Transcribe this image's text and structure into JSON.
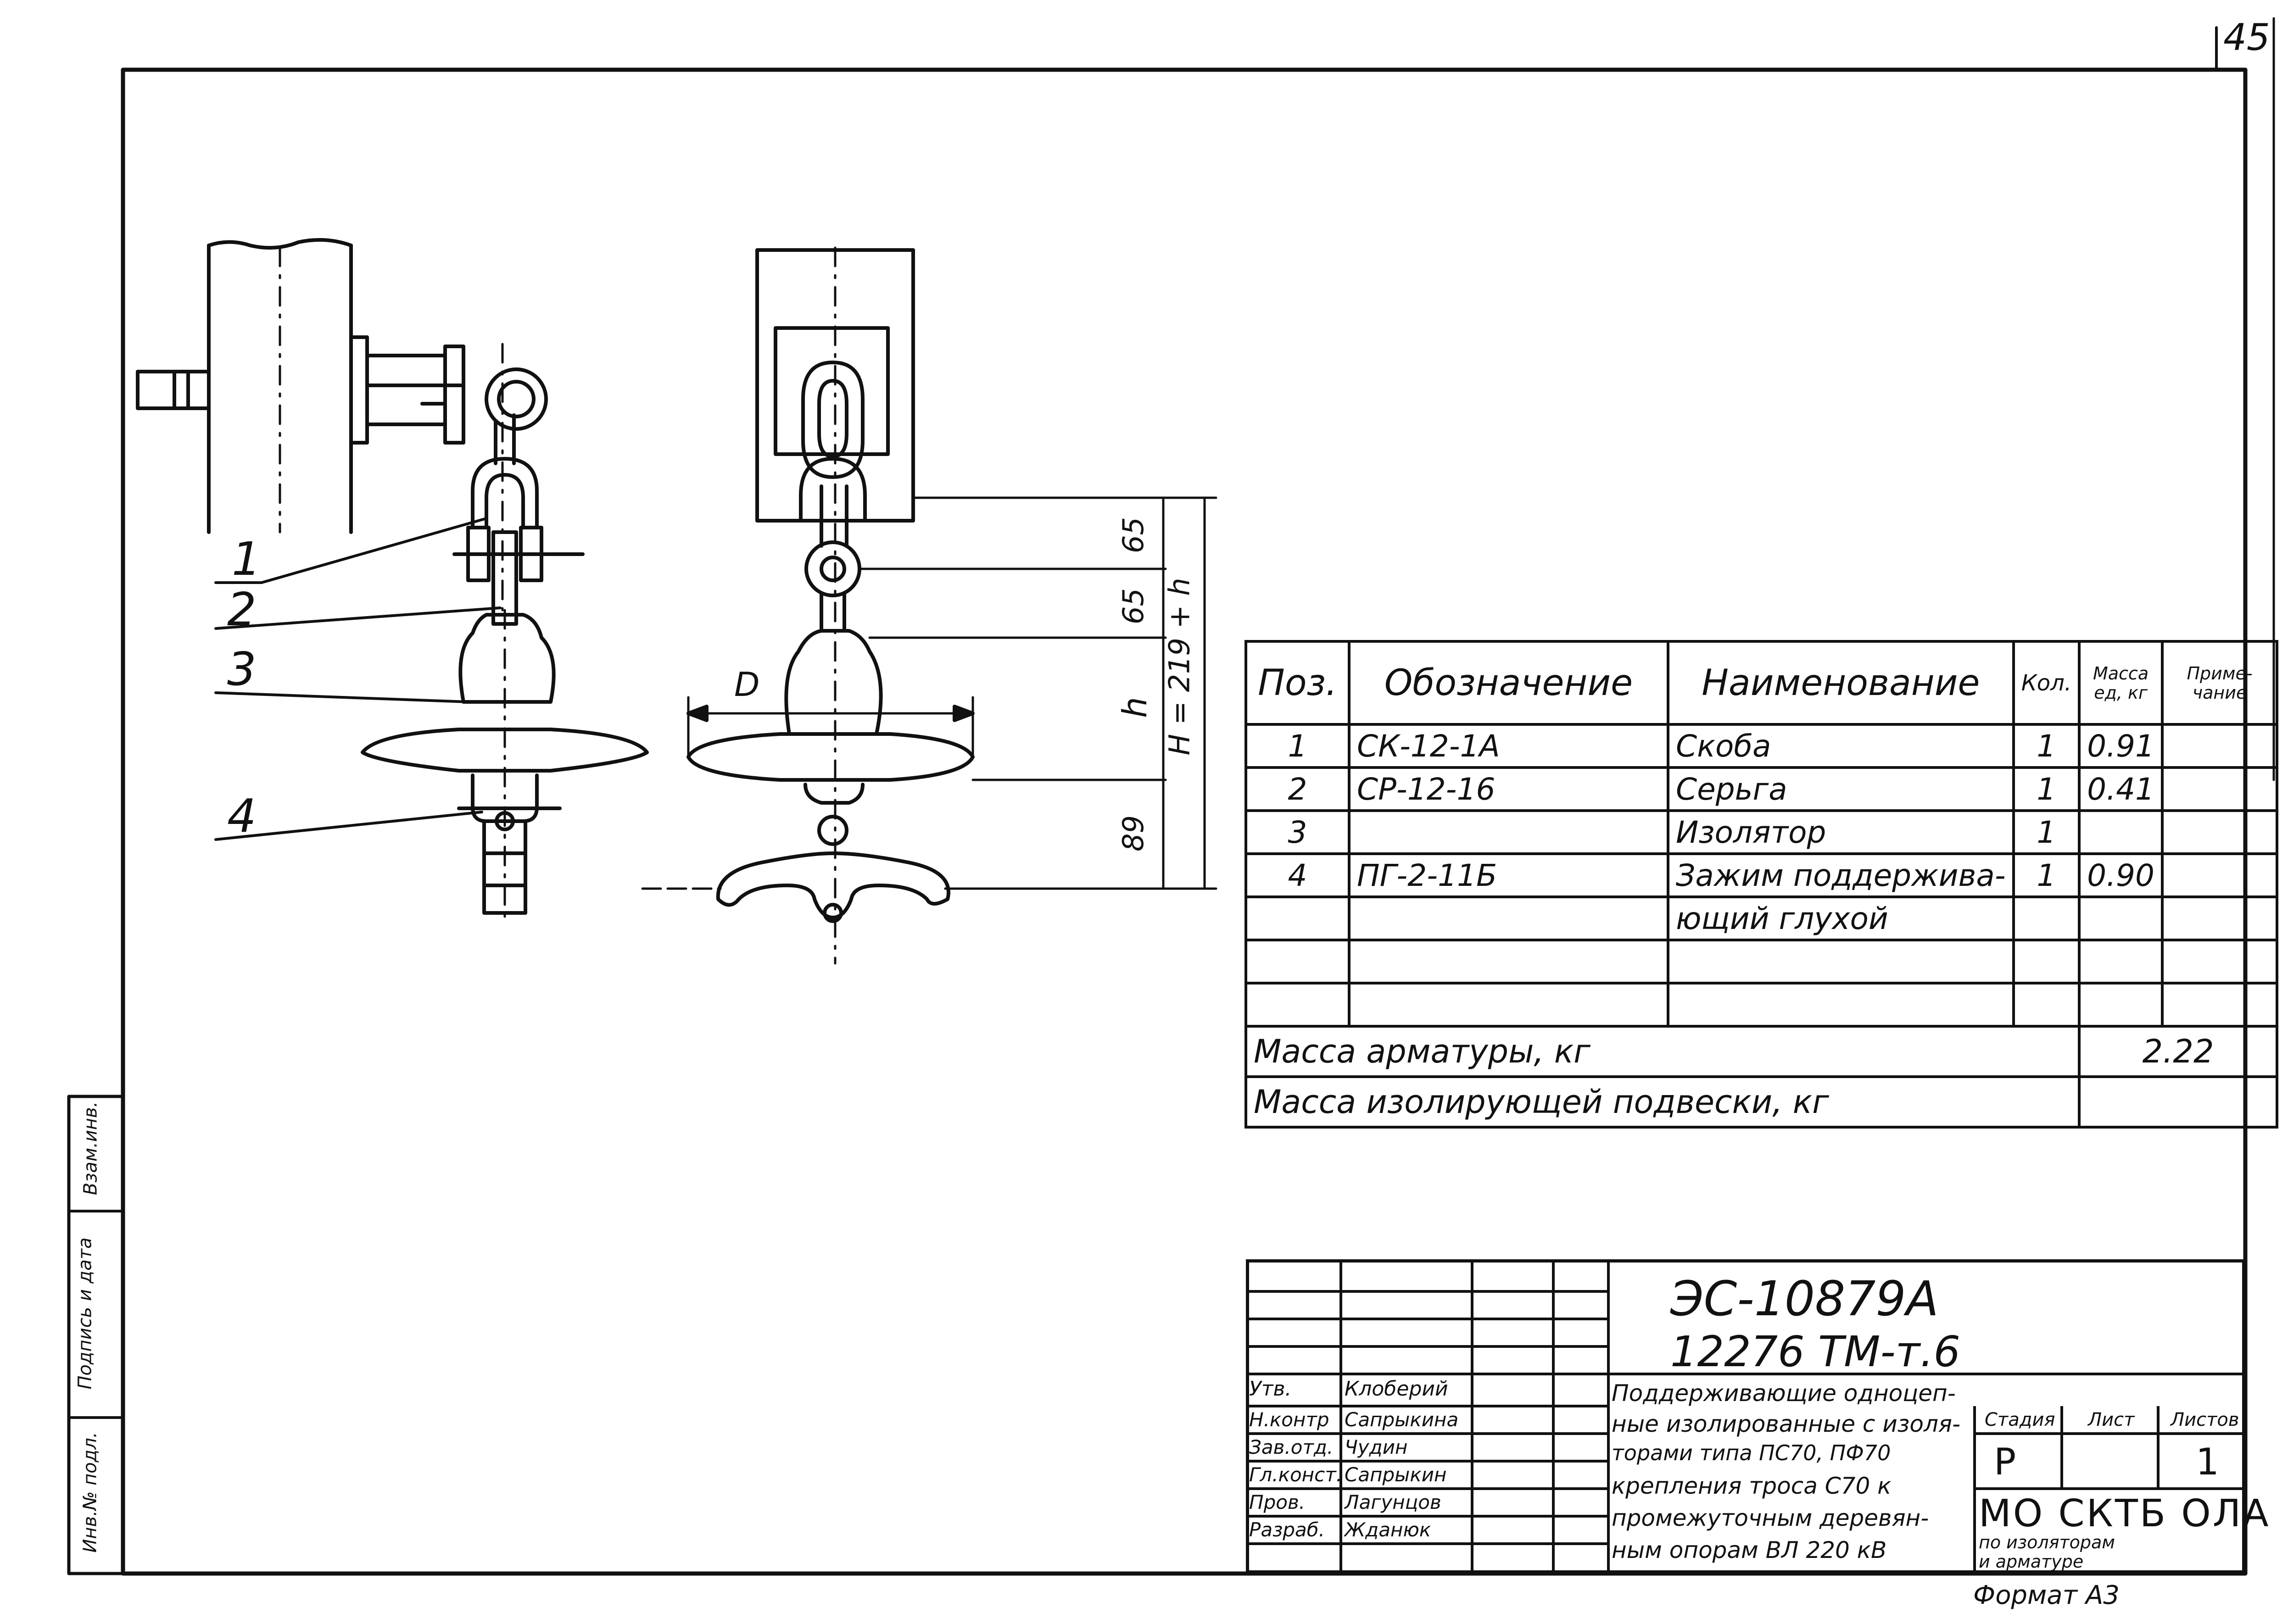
{
  "sheet_number": "45",
  "parts": {
    "callouts": [
      "1",
      "2",
      "3",
      "4"
    ],
    "dimensions": {
      "d1": "65",
      "d2": "65",
      "d3": "89",
      "h": "h",
      "H": "H = 219 + h",
      "D": "D"
    }
  },
  "spec_table": {
    "headers": {
      "pos": "Поз.",
      "designation": "Обозначение",
      "name": "Наименование",
      "qty": "Кол.",
      "mass": "Масса ед, кг",
      "note": "Приме-чание"
    },
    "rows": [
      {
        "pos": "1",
        "designation": "СК-12-1А",
        "name": "Скоба",
        "qty": "1",
        "mass": "0.91",
        "note": ""
      },
      {
        "pos": "2",
        "designation": "СР-12-16",
        "name": "Серьга",
        "qty": "1",
        "mass": "0.41",
        "note": ""
      },
      {
        "pos": "3",
        "designation": "",
        "name": "Изолятор",
        "qty": "1",
        "mass": "",
        "note": ""
      },
      {
        "pos": "4",
        "designation": "ПГ-2-11Б",
        "name": "Зажим поддержива-",
        "qty": "1",
        "mass": "0.90",
        "note": ""
      },
      {
        "pos": "",
        "designation": "",
        "name": "ющий глухой",
        "qty": "",
        "mass": "",
        "note": ""
      },
      {
        "pos": "",
        "designation": "",
        "name": "",
        "qty": "",
        "mass": "",
        "note": ""
      },
      {
        "pos": "",
        "designation": "",
        "name": "",
        "qty": "",
        "mass": "",
        "note": ""
      }
    ],
    "mass_fittings_label": "Масса арматуры, кг",
    "mass_fittings_value": "2.22",
    "mass_suspension_label": "Масса изолирующей подвески, кг",
    "mass_suspension_value": ""
  },
  "title_block": {
    "doc_code": "ЭС-10879А",
    "project_code": "12276 ТМ-т.6",
    "roles": [
      {
        "role": "Утв.",
        "name": "Клоберий"
      },
      {
        "role": "Н.контр",
        "name": "Сапрыкина"
      },
      {
        "role": "Зав.отд.",
        "name": "Чудин"
      },
      {
        "role": "Гл.конст.",
        "name": "Сапрыкин"
      },
      {
        "role": "Пров.",
        "name": "Лагунцов"
      },
      {
        "role": "Разраб.",
        "name": "Жданюк"
      }
    ],
    "description_lines": [
      "Поддерживающие одноцеп-",
      "ные изолированные с изоля-",
      "торами типа ПС70, ПФ70",
      "крепления троса С70 к",
      "промежуточным деревян-",
      "ным опорам ВЛ 220 кВ"
    ],
    "stage_label": "Стадия",
    "sheet_label": "Лист",
    "sheets_label": "Листов",
    "stage_value": "Р",
    "sheets_value": "1",
    "org_name": "МО СКТБ ОЛА",
    "org_sub1": "по изоляторам",
    "org_sub2": "и арматуре"
  },
  "format_label": "Формат А3",
  "side_stamp": {
    "inv": "Инв.№ подл.",
    "sign": "Подпись и дата",
    "vzam": "Взам.инв."
  }
}
